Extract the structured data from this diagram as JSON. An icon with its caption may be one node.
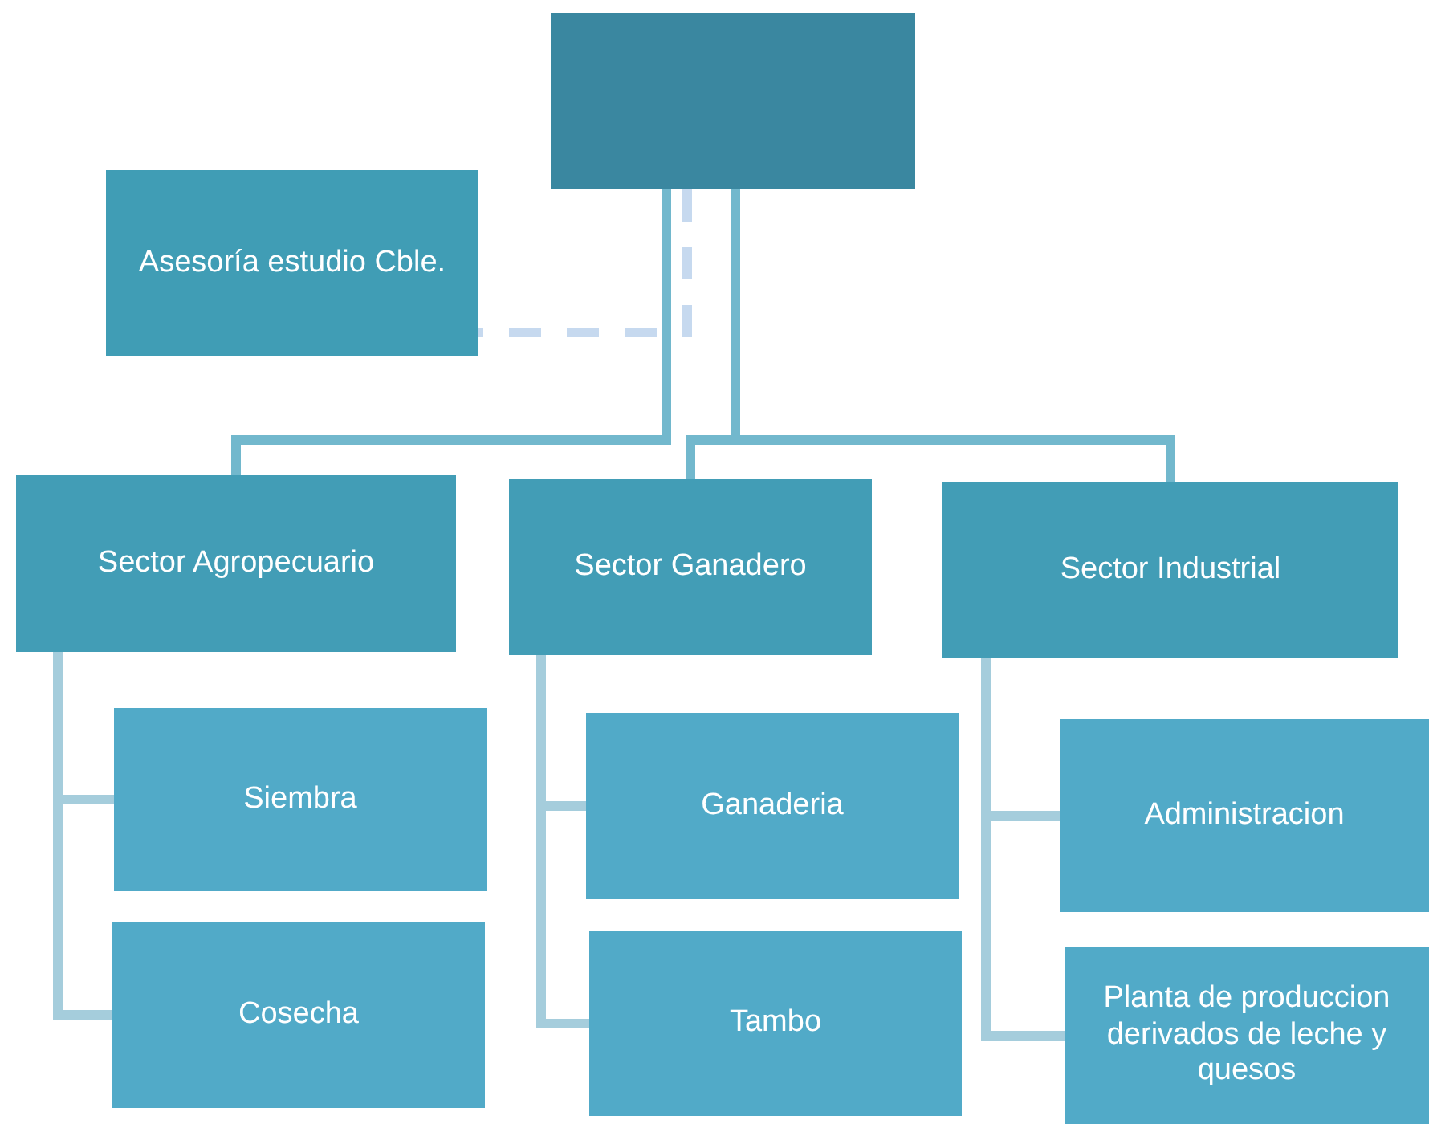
{
  "diagram": {
    "nodes": [
      {
        "text": [],
        "shape": "box"
      },
      {
        "text": [
          "Asesoría estudio Cble."
        ]
      },
      {
        "text": [
          "Sector Agropecuario"
        ]
      },
      {
        "text": [
          "Sector Ganadero"
        ]
      },
      {
        "text": [
          "Sector Industrial"
        ]
      },
      {
        "text": [
          "Siembra"
        ]
      },
      {
        "text": [
          "Cosecha"
        ]
      },
      {
        "text": [
          "Ganaderia"
        ]
      },
      {
        "text": [
          "Tambo"
        ]
      },
      {
        "text": [
          "Administracion"
        ]
      },
      {
        "text": [
          "Planta de produccion derivados de leche y quesos"
        ]
      }
    ],
    "edges": [
      {
        "from": 0,
        "to": 1,
        "arrow": "none",
        "style": "dashed",
        "color": "#c6d9ef"
      },
      {
        "from": 0,
        "to": 2,
        "arrow": "none"
      },
      {
        "from": 0,
        "to": 3,
        "arrow": "none"
      },
      {
        "from": 0,
        "to": 4,
        "arrow": "none"
      },
      {
        "from": 2,
        "to": 5,
        "arrow": "none",
        "color": "#a5cddc"
      },
      {
        "from": 2,
        "to": 6,
        "arrow": "none",
        "color": "#a5cddc"
      },
      {
        "from": 3,
        "to": 7,
        "arrow": "none",
        "color": "#a5cddc"
      },
      {
        "from": 3,
        "to": 8,
        "arrow": "none",
        "color": "#a5cddc"
      },
      {
        "from": 4,
        "to": 9,
        "arrow": "none",
        "color": "#a5cddc"
      },
      {
        "from": 4,
        "to": 10,
        "arrow": "none",
        "color": "#a5cddc"
      }
    ]
  }
}
